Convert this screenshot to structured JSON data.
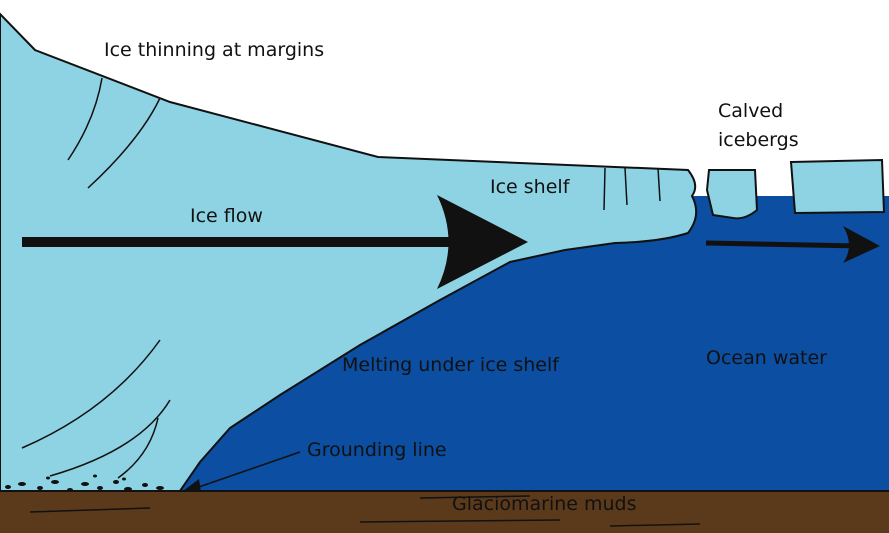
{
  "labels": {
    "ice_thinning": "Ice thinning at margins",
    "calved_line1": "Calved",
    "calved_line2": "icebergs",
    "ice_shelf": "Ice shelf",
    "ice_flow": "Ice flow",
    "ocean_water": "Ocean water",
    "melting": "Melting under ice shelf",
    "grounding_line": "Grounding line",
    "glaciomarine_muds": "Glaciomarine muds"
  },
  "colors": {
    "ice": "#8dd3e3",
    "ocean": "#0b4ea2",
    "seabed": "#5b3a1c",
    "outline": "#111111",
    "background": "#ffffff"
  }
}
